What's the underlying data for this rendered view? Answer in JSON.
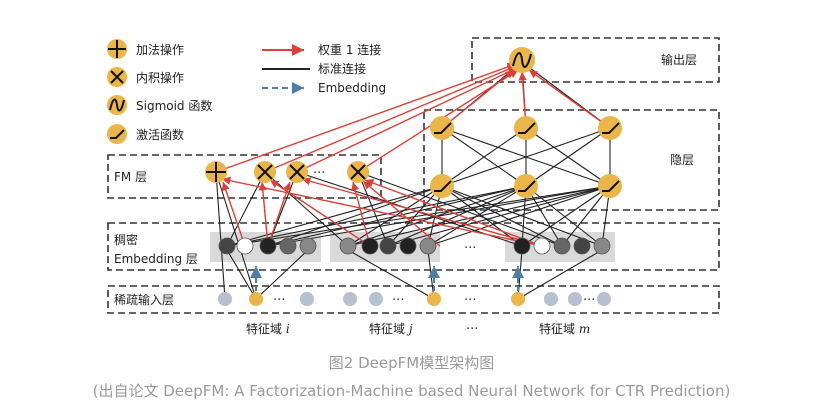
{
  "legend": {
    "add_op": "加法操作",
    "inner_product_op": "内积操作",
    "sigmoid_fn": "Sigmoid 函数",
    "activation_fn": "激活函数",
    "weight1_conn": "权重 1 连接",
    "standard_conn": "标准连接",
    "embedding_conn": "Embedding"
  },
  "layers": {
    "output": "输出层",
    "hidden": "隐层",
    "fm": "FM 层",
    "dense_line1": "稠密",
    "dense_line2": "Embedding 层",
    "sparse": "稀疏输入层"
  },
  "fields": {
    "prefix": "特征域",
    "i": "i",
    "j": "j",
    "m": "m"
  },
  "ellipsis": "···",
  "caption": {
    "title": "图2 DeepFM模型架构图",
    "source": "(出自论文 DeepFM: A Factorization-Machine based Neural Network for CTR Prediction)"
  },
  "colors": {
    "accent_red": "#d9413b",
    "node_yellow": "#eab64b",
    "embed_blue": "#4c7fa3",
    "dash": "#333333",
    "dense_bg": "#d9d9d9",
    "sparse_grey": "#b7c0cf"
  }
}
